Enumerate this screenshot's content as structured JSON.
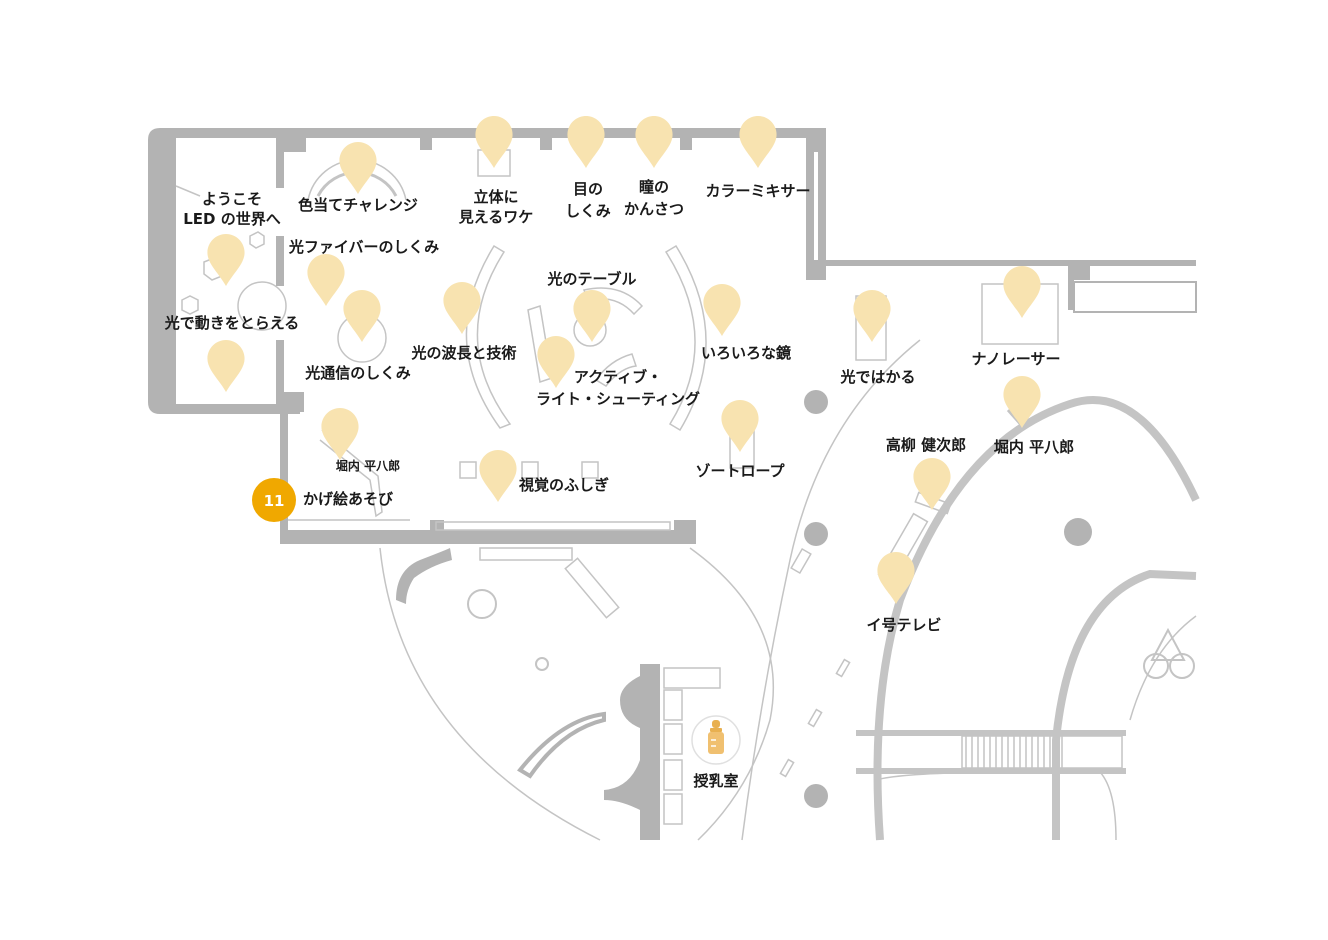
{
  "colors": {
    "wall": "#b3b3b3",
    "pin": "#f8e3b0",
    "badge": "#f0a800",
    "text": "#1a1a1a"
  },
  "active_badge": {
    "number": "11",
    "label": "かげ絵あそび"
  },
  "exhibits": {
    "welcome_1": "ようこそ",
    "welcome_2": "LED の世界へ",
    "color_challenge": "色当てチャレンジ",
    "fiber": "光ファイバーのしくみ",
    "motion": "光で動きをとらえる",
    "comm": "光通信のしくみ",
    "stereo_1": "立体に",
    "stereo_2": "見えるワケ",
    "eye_1": "目の",
    "eye_2": "しくみ",
    "pupil_1": "瞳の",
    "pupil_2": "かんさつ",
    "mixer": "カラーミキサー",
    "table": "光のテーブル",
    "wavelength": "光の波長と技術",
    "shooting_1": "アクティブ・",
    "shooting_2": "ライト・シューティング",
    "mirrors": "いろいろな鏡",
    "measure": "光ではかる",
    "nanolaser": "ナノレーサー",
    "horiuchi_small": "堀内 平八郎",
    "vision": "視覚のふしぎ",
    "zoetrope": "ゾートロープ",
    "takayanagi": "高柳 健次郎",
    "horiuchi": "堀内 平八郎",
    "tv": "イ号テレビ",
    "nursing": "授乳室"
  }
}
